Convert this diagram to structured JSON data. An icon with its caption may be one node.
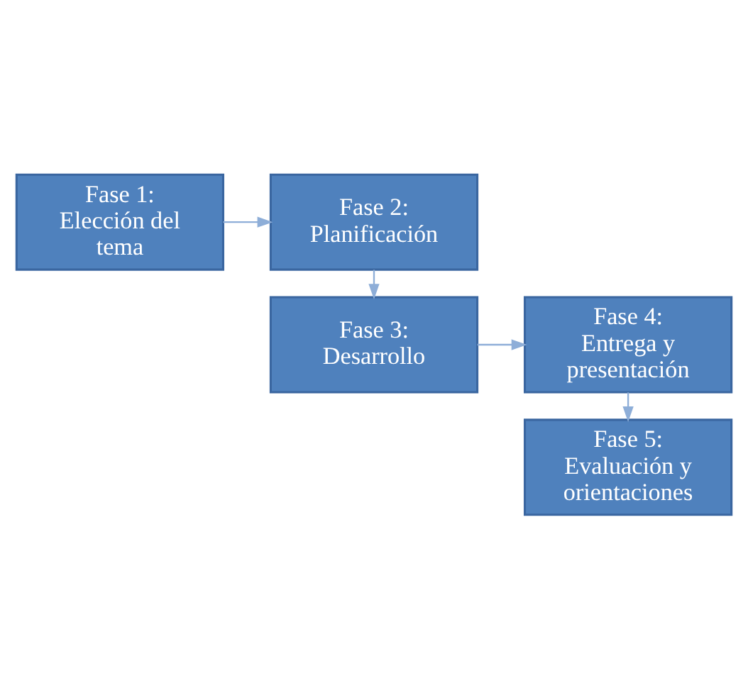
{
  "diagram": {
    "nodes": [
      {
        "text": [
          "Fase 1:",
          "Elección del tema"
        ]
      },
      {
        "text": [
          "Fase 2:",
          "Planificación"
        ]
      },
      {
        "text": [
          "Fase 3:",
          "Desarrollo"
        ]
      },
      {
        "text": [
          "Fase 4:",
          "Entrega y presentación"
        ]
      },
      {
        "text": [
          "Fase 5:",
          "Evaluación y orientaciones"
        ]
      }
    ],
    "edges": [
      {
        "from": 0,
        "to": 1,
        "arrow": "to"
      },
      {
        "from": 1,
        "to": 2,
        "arrow": "to"
      },
      {
        "from": 2,
        "to": 3,
        "arrow": "to"
      },
      {
        "from": 3,
        "to": 4,
        "arrow": "to"
      }
    ]
  }
}
